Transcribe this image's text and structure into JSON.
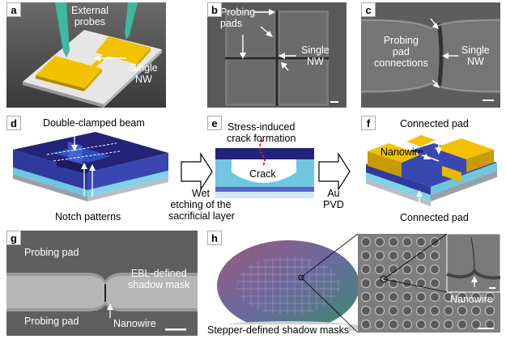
{
  "panels": {
    "a": {
      "label": "a",
      "external_probes": "External\nprobes",
      "single_nw": "Single\nNW"
    },
    "b": {
      "label": "b",
      "probing_pads": "Probing\npads",
      "single_nw": "Single\nNW"
    },
    "c": {
      "label": "c",
      "probing_pad_connections": "Probing\npad\nconnections",
      "single_nw": "Single\nNW"
    },
    "d": {
      "label": "d",
      "double_clamped_beam": "Double-clamped beam",
      "notch_patterns": "Notch patterns"
    },
    "arrow1": {
      "text": "Wet\netching of the\nsacrificial layer"
    },
    "e": {
      "label": "e",
      "stress_crack": "Stress-induced\ncrack formation",
      "crack": "Crack"
    },
    "arrow2": {
      "text": "Au\nPVD"
    },
    "f": {
      "label": "f",
      "connected_pad_top": "Connected pad",
      "nanowire": "Nanowire",
      "connected_pad_bottom": "Connected pad"
    },
    "g": {
      "label": "g",
      "probing_pad_top": "Probing pad",
      "ebl_mask": "EBL-defined\nshadow mask",
      "probing_pad_bottom": "Probing pad",
      "nanowire": "Nanowire"
    },
    "h": {
      "label": "h",
      "stepper_masks": "Stepper-defined shadow masks",
      "nanowire": "Nanowire"
    }
  },
  "colors": {
    "gold": "#f2c200",
    "navy": "#23237a",
    "light_blue": "#6fc6e0",
    "gray_bg": "#5e5e5e"
  }
}
